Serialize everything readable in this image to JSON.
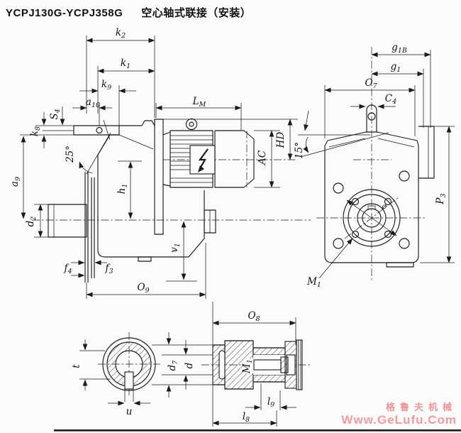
{
  "title": {
    "model": "YCPJ130G-YCPJ358G",
    "name": "空心轴式联接（安装）"
  },
  "watermark": {
    "line1": "格鲁夫机械",
    "line2": "Www.GeLufu.Com",
    "color": "#ee9494"
  },
  "colors": {
    "ink": "#1b1b1b",
    "paper": "#fbfbfb"
  },
  "labels": {
    "side": {
      "k2": {
        "base": "k",
        "sub": "2"
      },
      "k1": {
        "base": "k",
        "sub": "1"
      },
      "k9": {
        "base": "k",
        "sub": "9"
      },
      "a10": {
        "base": "a",
        "sub": "10"
      },
      "lm": {
        "base": "L",
        "sub": "M"
      },
      "s4": {
        "base": "S",
        "sub": "4"
      },
      "k8": {
        "base": "k",
        "sub": "8"
      },
      "angle25": "25°",
      "a9": {
        "base": "a",
        "sub": "9"
      },
      "d2": {
        "base": "d",
        "sub": "2"
      },
      "f4": {
        "base": "f",
        "sub": "4"
      },
      "f3": {
        "base": "f",
        "sub": "3"
      },
      "o9": {
        "base": "O",
        "sub": "9"
      },
      "h1": {
        "base": "h",
        "sub": "1"
      },
      "v1": {
        "base": "v",
        "sub": "1"
      },
      "ac": "AC",
      "hd": "HD"
    },
    "front": {
      "g1b": {
        "base": "g",
        "sub": "1B"
      },
      "g1": {
        "base": "g",
        "sub": "1"
      },
      "o7": {
        "base": "O",
        "sub": "7"
      },
      "c4": {
        "base": "C",
        "sub": "4"
      },
      "angle15": "15°",
      "p3": {
        "base": "P",
        "sub": "3"
      },
      "m1": {
        "base": "M",
        "sub": "1"
      },
      "phi": "⌀"
    },
    "shaft": {
      "t": "t",
      "u": "u",
      "d7": {
        "base": "d",
        "sub": "7"
      },
      "d": "d"
    },
    "hub": {
      "o8": {
        "base": "O",
        "sub": "8"
      },
      "m1": {
        "base": "M",
        "sub": "1"
      },
      "l9": {
        "base": "l",
        "sub": "9"
      },
      "l8": {
        "base": "l",
        "sub": "8"
      }
    }
  }
}
